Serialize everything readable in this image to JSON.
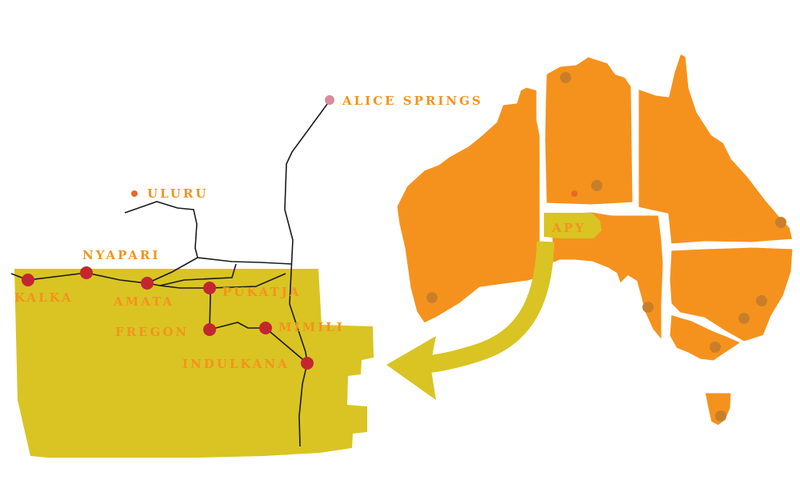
{
  "colors": {
    "apy_region": "#d9c423",
    "australia": "#f5921e",
    "community_dot": "#c3262f",
    "label": "#f5921e",
    "road": "#1a1a1a",
    "alice_dot": "#d98aa0",
    "uluru_dot": "#e8682a",
    "arrow": "#d9c423",
    "capital_dot": "#c97f2a"
  },
  "labels": {
    "alice_springs": "ALICE SPRINGS",
    "uluru": "ULURU",
    "nyapari": "NYAPARI",
    "kalka": "KALKA",
    "amata": "AMATA",
    "pukatja": "PUKATJA",
    "fregon": "FREGON",
    "mimili": "MIMILI",
    "indulkana": "INDULKANA",
    "apy": "APY"
  }
}
